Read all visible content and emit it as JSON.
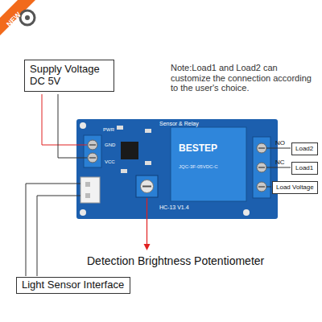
{
  "diagram": {
    "nodes": [
      {
        "text": [
          "Supply Voltage DC 5V"
        ]
      },
      {
        "text": [
          "Load2"
        ]
      },
      {
        "text": [
          "Load1"
        ]
      },
      {
        "text": [
          "Load Voltage"
        ]
      },
      {
        "text": [
          "Light Sensor Interface"
        ]
      }
    ],
    "labels": [
      "NEW",
      "Note:Load1 and Load2 can customize the connection according to the user's choice.",
      "NO",
      "NC",
      "Detection Brightness Potentiometer",
      "PWR",
      "Sensor & Relay",
      "GND",
      "VCC",
      "BESTEP",
      "JQC-3F-05VDC-C",
      "HC-13 V1.4"
    ]
  }
}
